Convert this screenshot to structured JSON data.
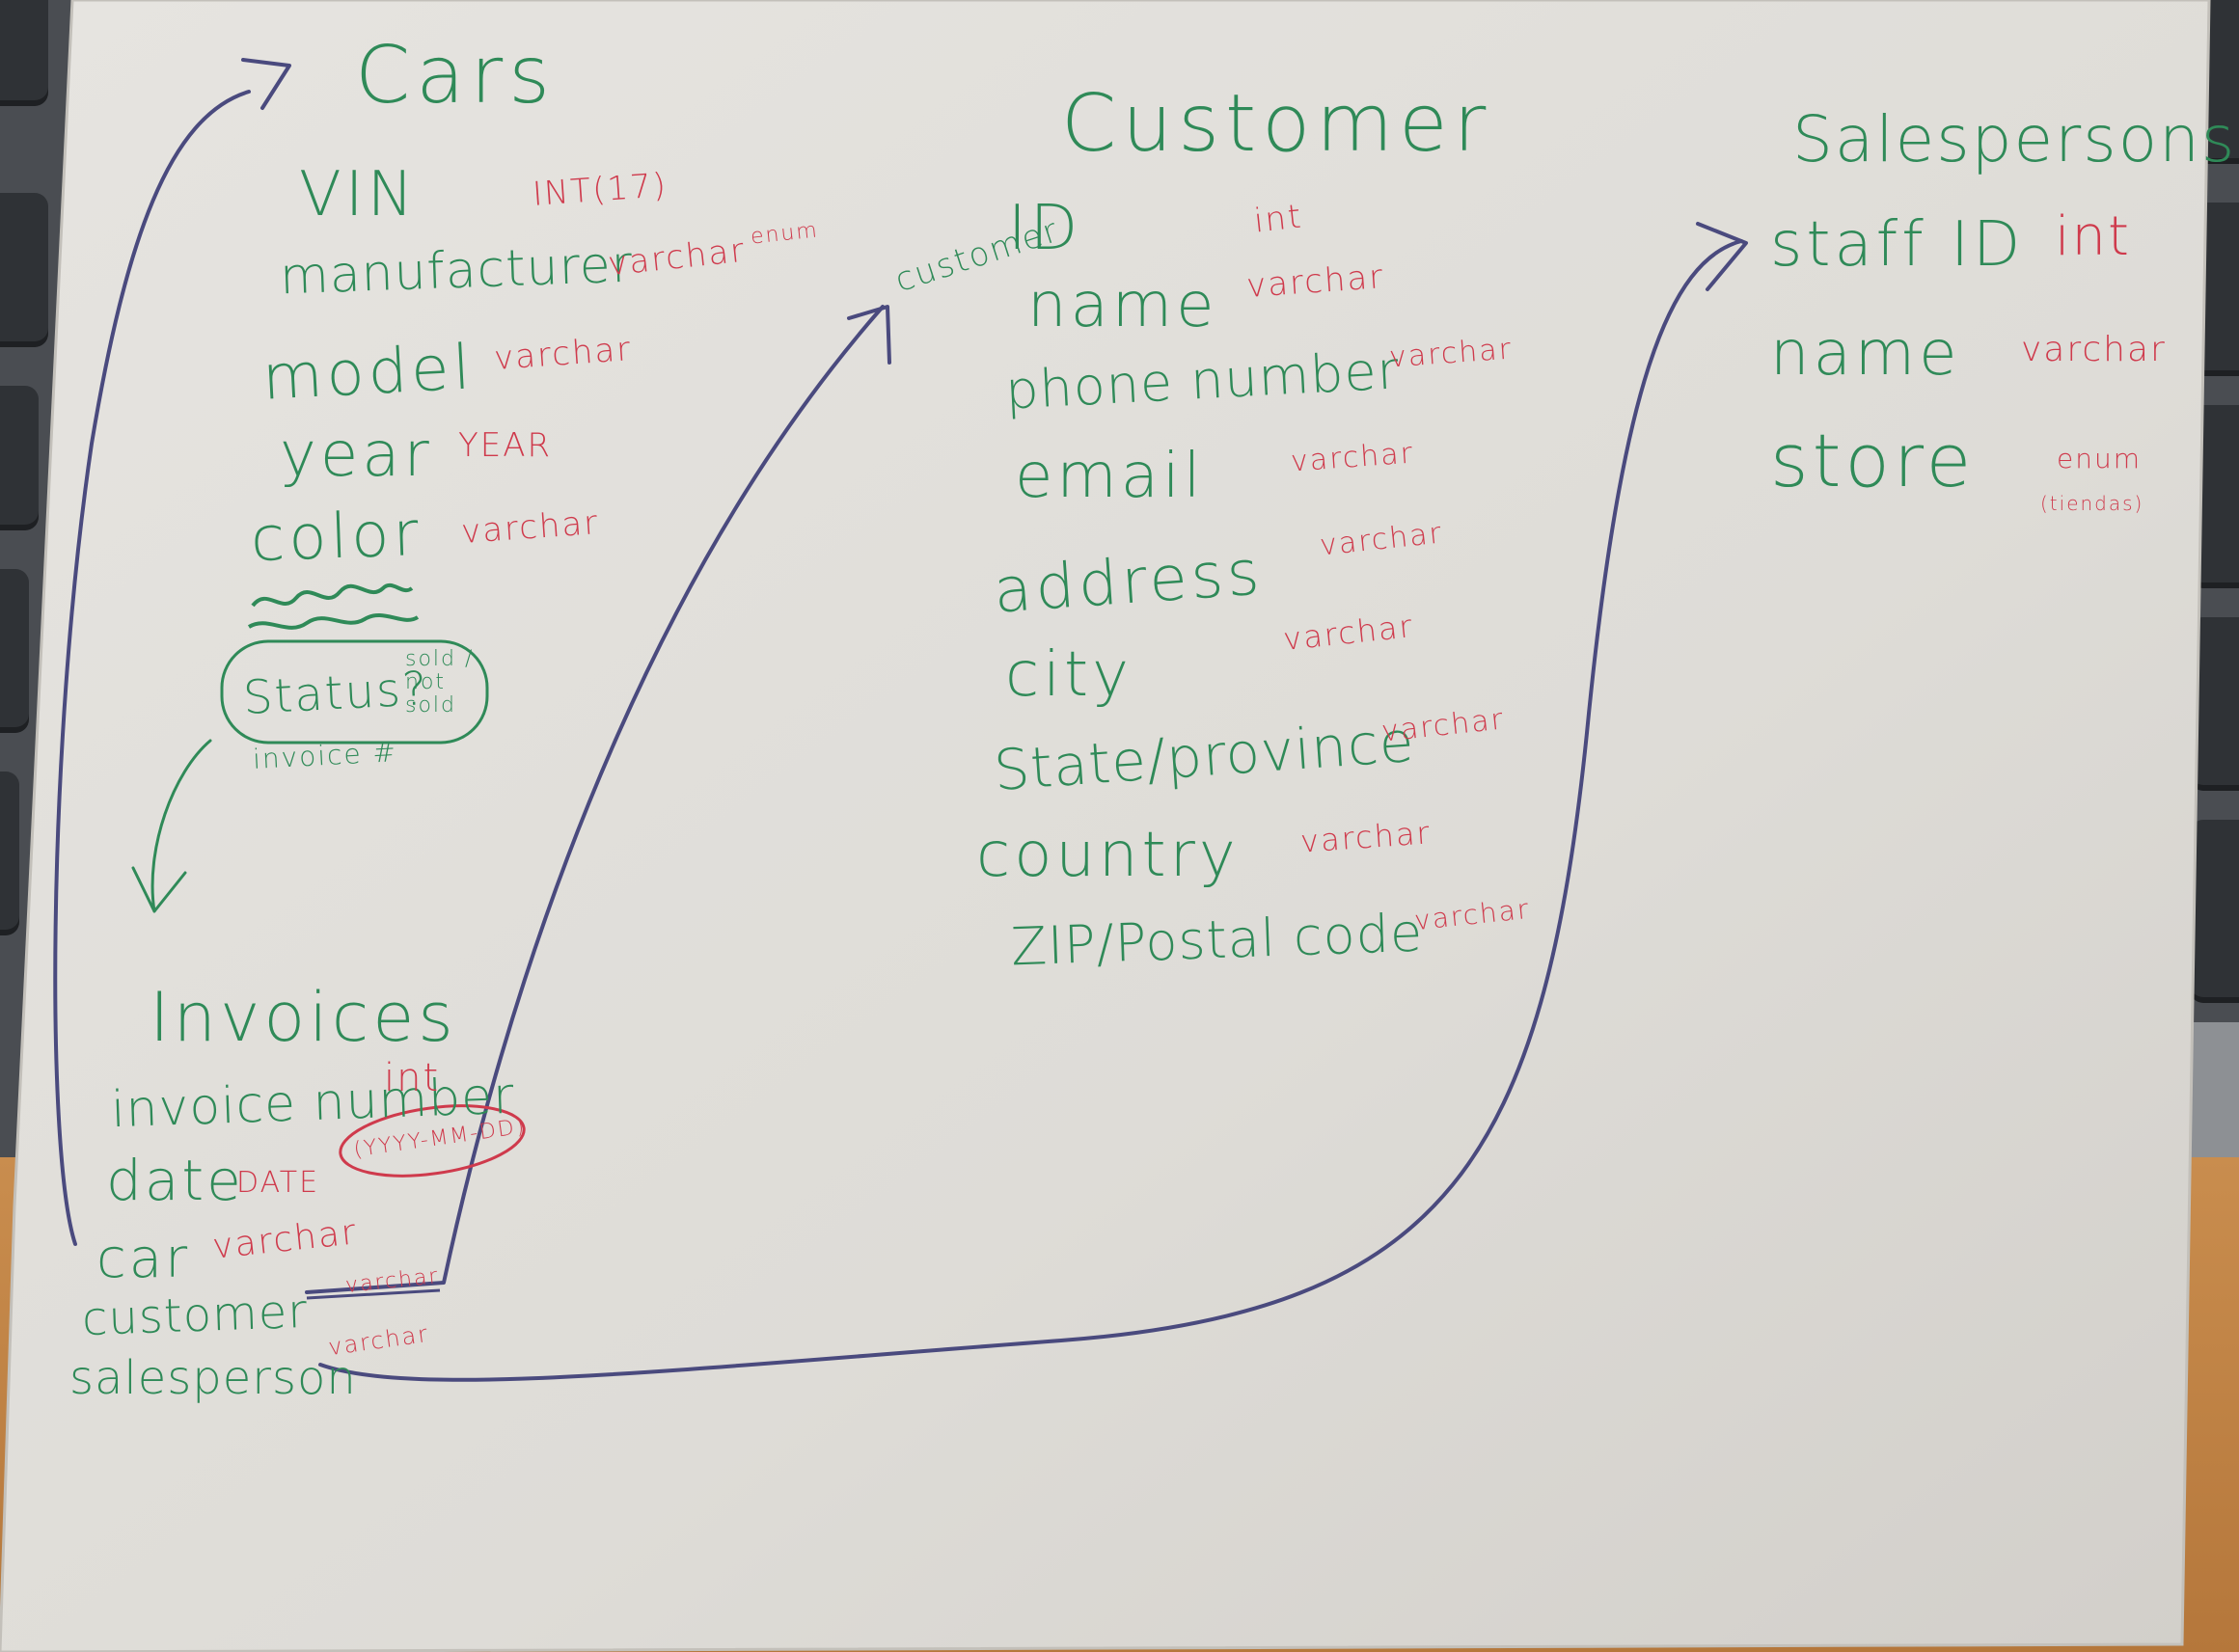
{
  "tables": {
    "cars": {
      "title": "Cars",
      "fields": {
        "vin": {
          "name": "VIN",
          "type": "INT(17)"
        },
        "manufacturer": {
          "name": "manufacturer",
          "type": "varchar",
          "alt_type": "enum"
        },
        "model": {
          "name": "model",
          "type": "varchar"
        },
        "year": {
          "name": "year",
          "type": "YEAR"
        },
        "color": {
          "name": "color",
          "type": "varchar"
        },
        "status": {
          "name": "Status?",
          "note": "sold / not sold"
        },
        "invoice": {
          "name": "invoice #"
        }
      }
    },
    "customer": {
      "title": "Customer",
      "fields": {
        "id": {
          "prefix": "customer",
          "name": "ID",
          "type": "int"
        },
        "name": {
          "name": "name",
          "type": "varchar"
        },
        "phone": {
          "name": "phone number",
          "type": "varchar"
        },
        "email": {
          "name": "email",
          "type": "varchar"
        },
        "address": {
          "name": "address",
          "type": "varchar"
        },
        "city": {
          "name": "city",
          "type": "varchar"
        },
        "state": {
          "name": "State/province",
          "type": "varchar"
        },
        "country": {
          "name": "country",
          "type": "varchar"
        },
        "zip": {
          "name": "ZIP/Postal code",
          "type": "varchar"
        }
      }
    },
    "salespersons": {
      "title": "Salespersons",
      "fields": {
        "staff_id": {
          "name": "staff ID",
          "type": "int"
        },
        "name": {
          "name": "name",
          "type": "varchar"
        },
        "store": {
          "name": "store",
          "type": "enum",
          "note": "(tiendas)"
        }
      }
    },
    "invoices": {
      "title": "Invoices",
      "fields": {
        "invoice_number": {
          "name": "invoice number",
          "type": "int"
        },
        "date": {
          "name": "date",
          "type": "DATE",
          "format": "(YYYY-MM-DD)"
        },
        "car": {
          "name": "car",
          "type": "varchar"
        },
        "customer": {
          "name": "customer",
          "type": "varchar"
        },
        "salesperson": {
          "name": "salesperson",
          "type": "varchar"
        }
      }
    }
  },
  "colors": {
    "field_ink": "#2f8a58",
    "type_ink": "#cf3a4c",
    "arrow_ink": "#4a4a7e",
    "paper": "#e4e2de"
  }
}
